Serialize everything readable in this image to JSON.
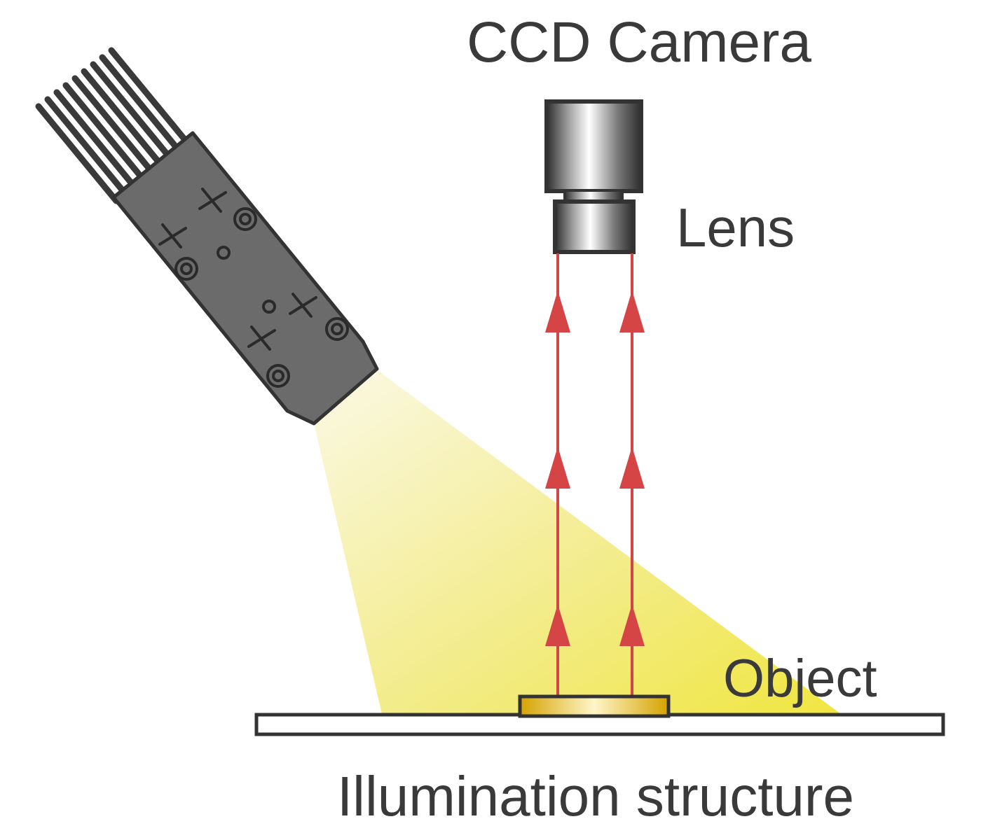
{
  "labels": {
    "camera": "CCD Camera",
    "lens": "Lens",
    "object": "Object",
    "structure": "Illumination structure"
  },
  "colors": {
    "outline": "#3a3a3a",
    "light_housing": "#6b6b6b",
    "beam": "#f0e640",
    "ray": "#d64545",
    "object": "#e6b800",
    "stage": "#ffffff"
  },
  "icons": {
    "light_source": "fiber-optic-light-icon",
    "camera": "ccd-camera-icon",
    "lens": "lens-icon"
  },
  "rays": {
    "count": 2,
    "arrows_per_ray": 3
  }
}
